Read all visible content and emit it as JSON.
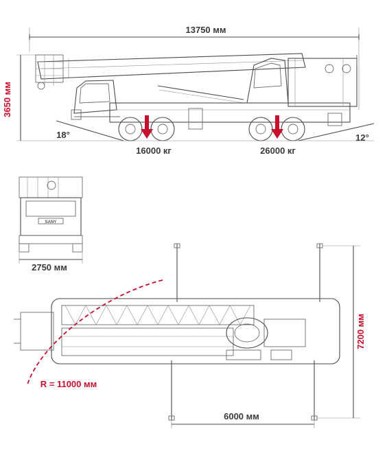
{
  "side_view": {
    "overall_length": "13750 мм",
    "height": "3650 мм",
    "approach_angle": "18°",
    "departure_angle": "12°",
    "front_axle_load": "16000 кг",
    "rear_axle_load": "26000 кг"
  },
  "front_view": {
    "width": "2750 мм",
    "badge": "SANY"
  },
  "top_view": {
    "outrigger_span_width": "7200 мм",
    "outrigger_span_length": "6000 мм",
    "swing_radius": "R = 11000 мм"
  },
  "colors": {
    "accent": "#c8102e",
    "dimension_text": "#3a3a3a",
    "line": "#6b6b6b"
  }
}
